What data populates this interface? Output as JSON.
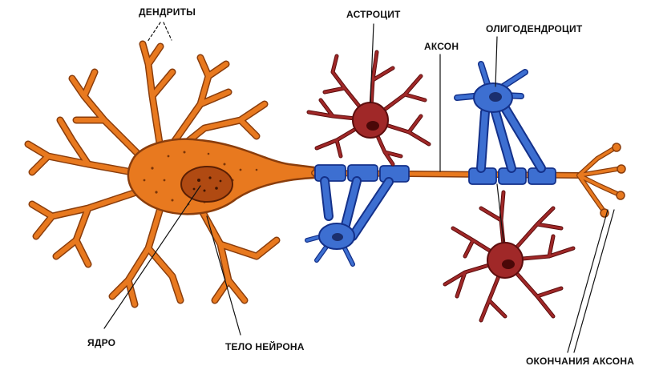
{
  "labels": {
    "dendrites": "ДЕНДРИТЫ",
    "astrocyte": "АСТРОЦИТ",
    "axon": "АКСОН",
    "oligodendrocyte": "ОЛИГОДЕНДРОЦИТ",
    "nucleus": "ЯДРО",
    "neuron_body": "ТЕЛО НЕЙРОНА",
    "axon_terminals": "ОКОНЧАНИЯ АКСОНА"
  },
  "colors": {
    "neuron": "#e8791f",
    "neuron_outline": "#8a3d0c",
    "myelin": "#3d6fd1",
    "myelin_outline": "#14318a",
    "astrocyte": "#a02828",
    "astrocyte_outline": "#5c0d0d",
    "leader_line": "#111111"
  }
}
